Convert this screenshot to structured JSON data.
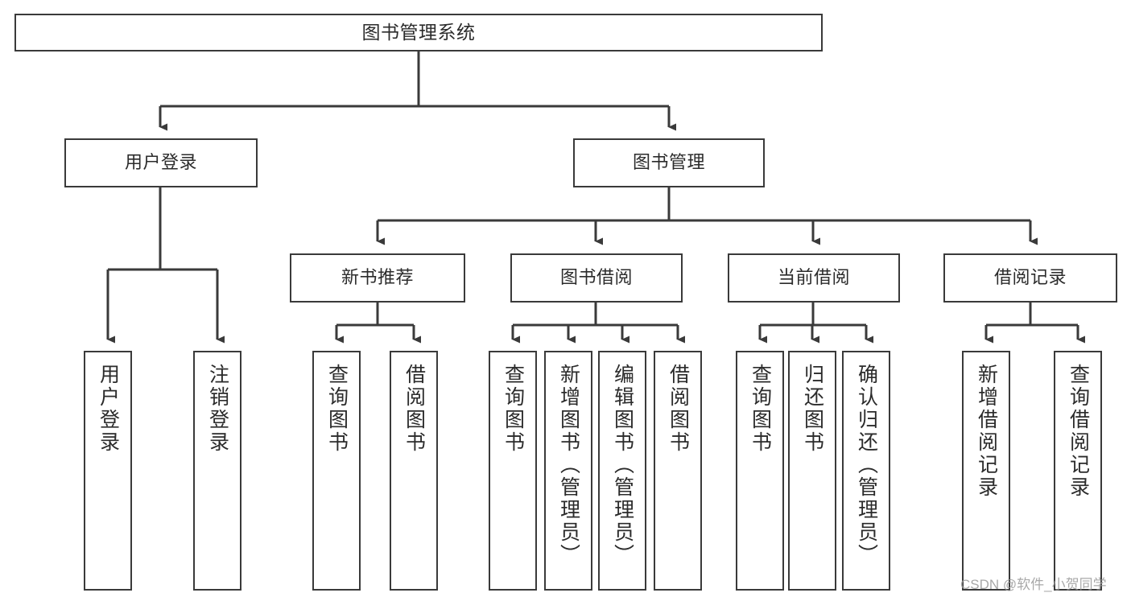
{
  "diagram": {
    "title": "图书管理系统",
    "type": "hierarchy-tree",
    "colors": {
      "box_border": "#3a3a3a",
      "box_fill": "#ffffff",
      "connector": "#3a3a3a",
      "text": "#2b2b2b",
      "watermark": "#9a9a9a"
    },
    "nodes": {
      "root": {
        "label": "图书管理系统",
        "level": 0
      },
      "l1": [
        {
          "id": "user-login",
          "label": "用户登录",
          "level": 1
        },
        {
          "id": "book-management",
          "label": "图书管理",
          "level": 1
        }
      ],
      "l2": [
        {
          "id": "new-book-recommend",
          "label": "新书推荐",
          "level": 2,
          "parent": "book-management"
        },
        {
          "id": "book-borrow",
          "label": "图书借阅",
          "level": 2,
          "parent": "book-management"
        },
        {
          "id": "current-borrow",
          "label": "当前借阅",
          "level": 2,
          "parent": "book-management"
        },
        {
          "id": "borrow-record",
          "label": "借阅记录",
          "level": 2,
          "parent": "book-management"
        }
      ],
      "leaves": [
        {
          "id": "leaf-user-login",
          "label": "用户登录",
          "parent": "user-login"
        },
        {
          "id": "leaf-logout",
          "label": "注销登录",
          "parent": "user-login"
        },
        {
          "id": "leaf-query-book-1",
          "label": "查询图书",
          "parent": "new-book-recommend"
        },
        {
          "id": "leaf-borrow-book-1",
          "label": "借阅图书",
          "parent": "new-book-recommend"
        },
        {
          "id": "leaf-query-book-2",
          "label": "查询图书",
          "parent": "book-borrow"
        },
        {
          "id": "leaf-add-book",
          "label": "新增图书（管理员）",
          "parent": "book-borrow"
        },
        {
          "id": "leaf-edit-book",
          "label": "编辑图书（管理员）",
          "parent": "book-borrow"
        },
        {
          "id": "leaf-borrow-book-2",
          "label": "借阅图书",
          "parent": "book-borrow"
        },
        {
          "id": "leaf-query-book-3",
          "label": "查询图书",
          "parent": "current-borrow"
        },
        {
          "id": "leaf-return-book",
          "label": "归还图书",
          "parent": "current-borrow"
        },
        {
          "id": "leaf-confirm-return",
          "label": "确认归还（管理员）",
          "parent": "current-borrow"
        },
        {
          "id": "leaf-add-record",
          "label": "新增借阅记录",
          "parent": "borrow-record"
        },
        {
          "id": "leaf-query-record",
          "label": "查询借阅记录",
          "parent": "borrow-record"
        }
      ]
    }
  },
  "watermark": {
    "text": "CSDN @软件_小贺同学"
  }
}
